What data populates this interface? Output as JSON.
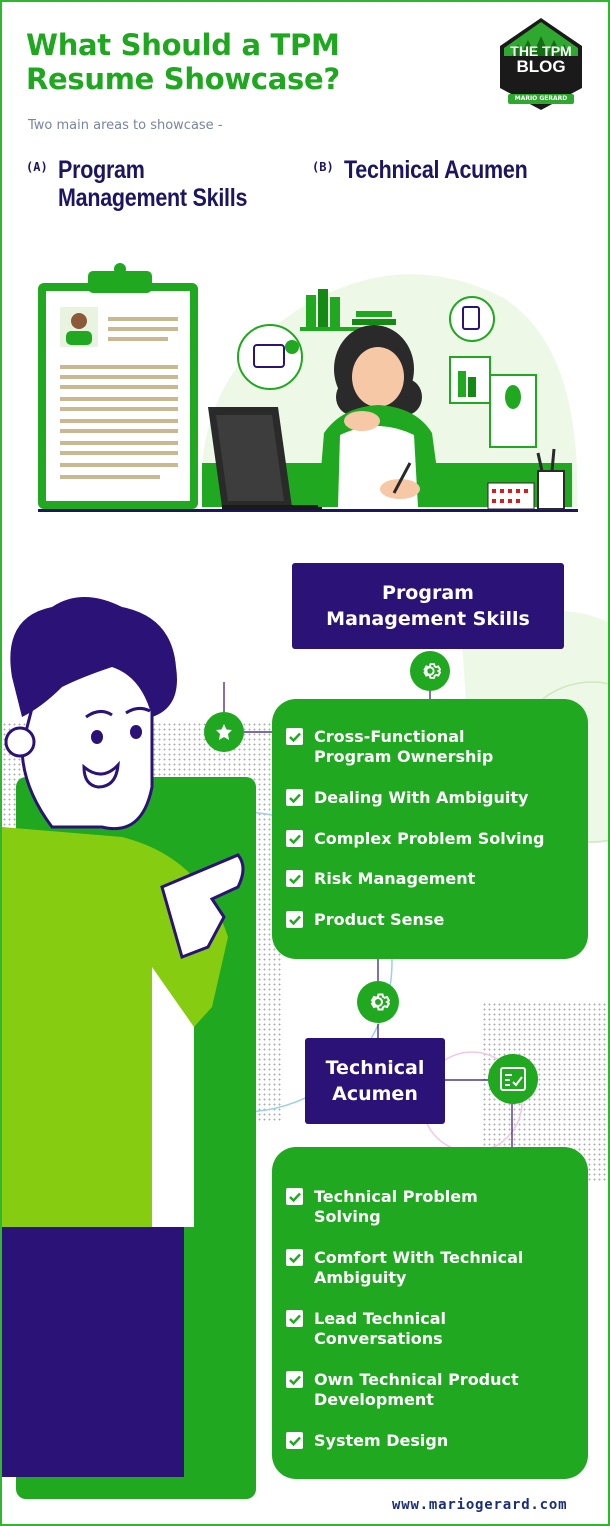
{
  "header": {
    "title_line1": "What Should a TPM",
    "title_line2": "Resume Showcase?",
    "subtitle": "Two main areas to showcase -",
    "logo": {
      "line1": "THE TPM",
      "line2": "BLOG",
      "tag": "MARIO GERARD"
    }
  },
  "areas": [
    {
      "letter": "(A)",
      "title_line1": "Program",
      "title_line2": "Management Skills"
    },
    {
      "letter": "(B)",
      "title_line1": "Technical Acumen"
    }
  ],
  "program_management": {
    "label_line1": "Program",
    "label_line2": "Management Skills",
    "items": [
      "Cross-Functional Program Ownership",
      "Dealing With Ambiguity",
      "Complex Problem Solving",
      "Risk Management",
      "Product Sense"
    ]
  },
  "technical_acumen": {
    "label_line1": "Technical",
    "label_line2": "Acumen",
    "items": [
      "Technical Problem Solving",
      "Comfort With Technical Ambiguity",
      "Lead Technical Conversations",
      "Own Technical Product Development",
      "System Design"
    ]
  },
  "footer": {
    "url": "www.mariogerard.com"
  },
  "colors": {
    "green": "#20a820",
    "navy": "#2b1277",
    "lime": "#86cc10",
    "title_green": "#1fa81f"
  },
  "icons": [
    "gear-icon",
    "star-icon",
    "checklist-icon",
    "checkbox-icon",
    "clipboard-icon",
    "laptop-icon"
  ]
}
